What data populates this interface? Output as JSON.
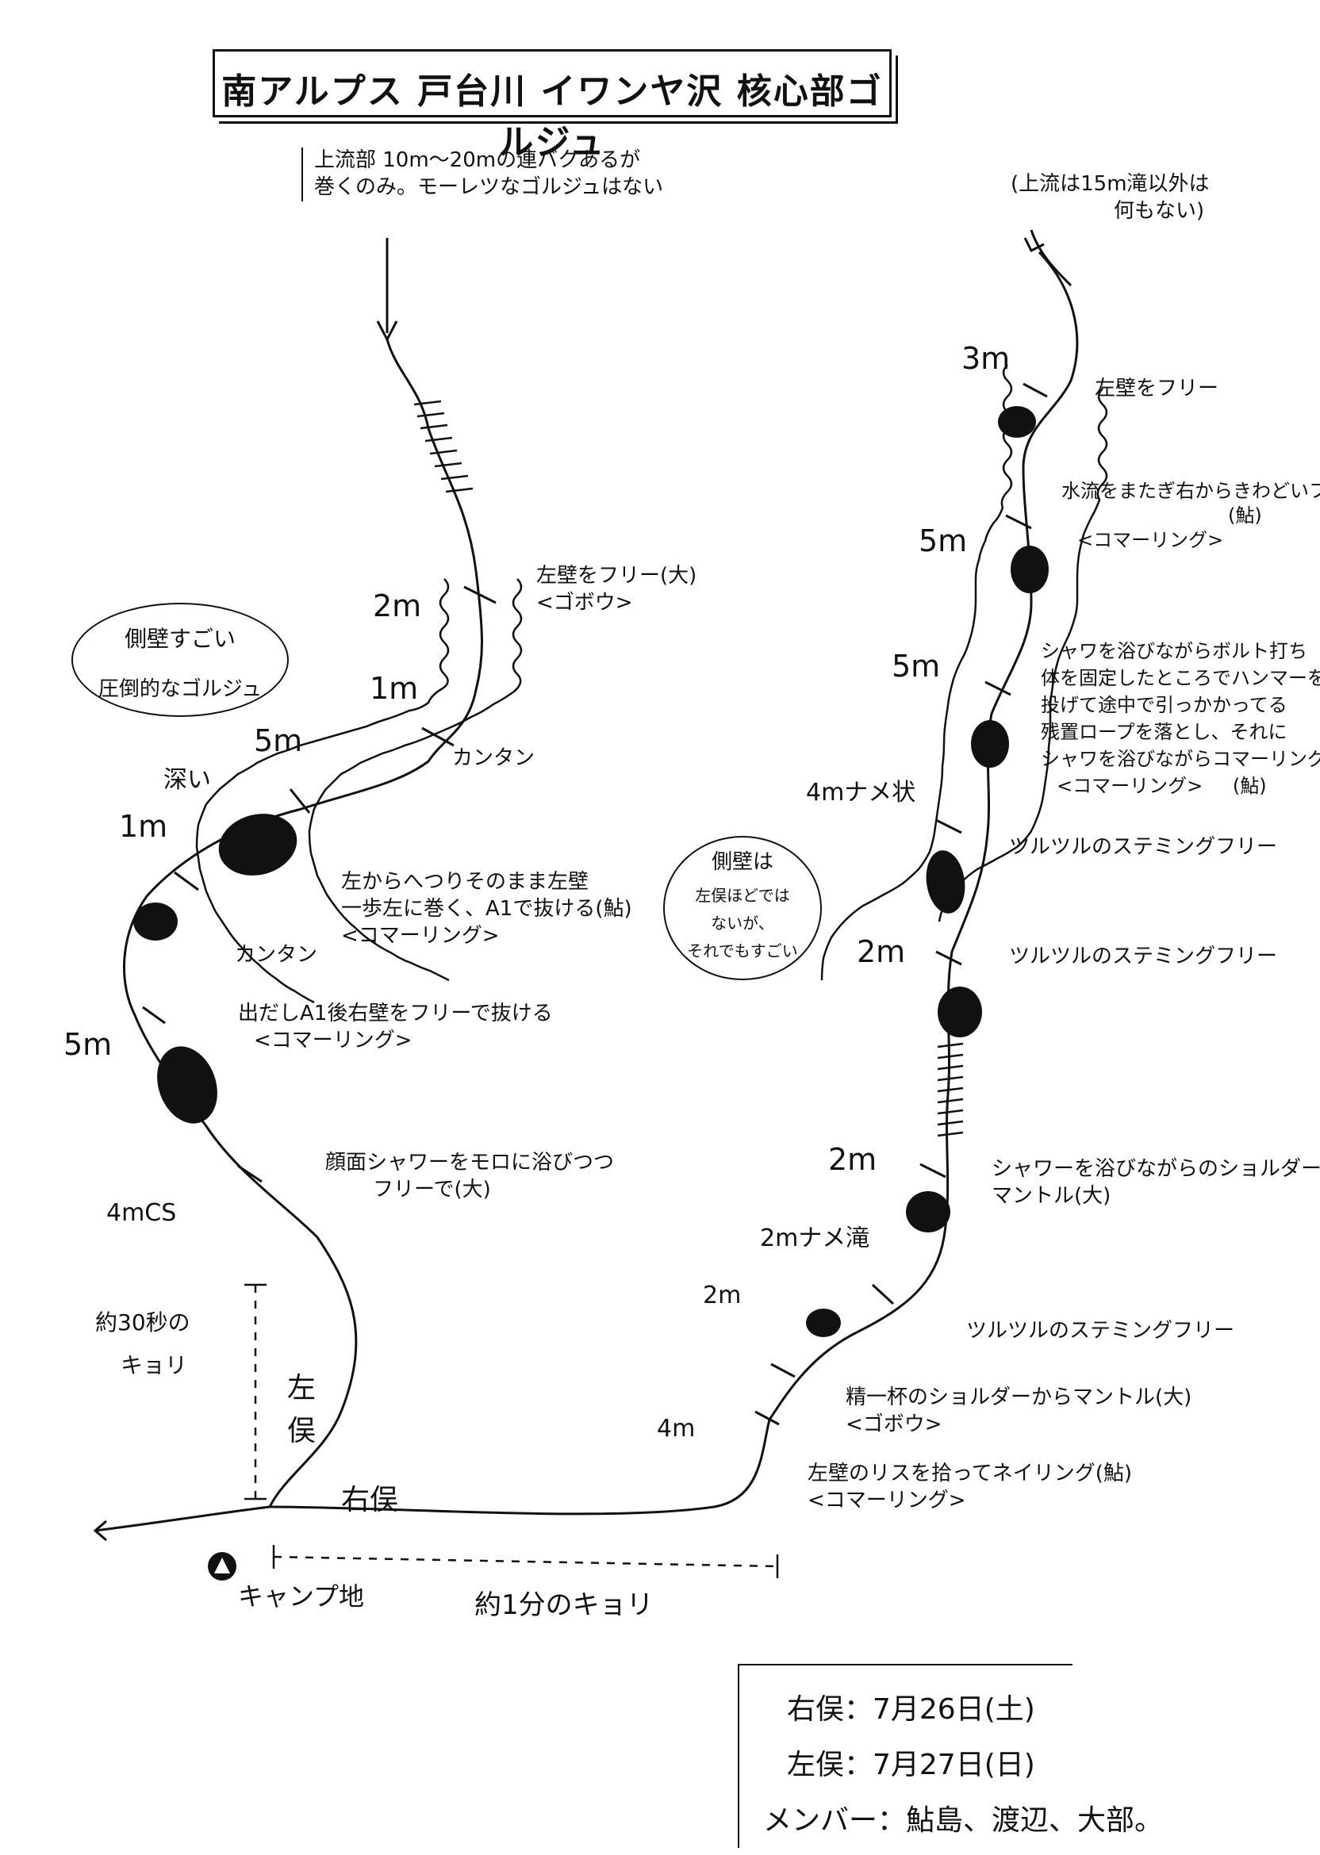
{
  "title": "南アルプス 戸台川 イワンヤ沢 核心部ゴルジュ",
  "left": {
    "top_note": [
      "上流部 10m～20mの連バクあるが",
      "巻くのみ。モーレツなゴルジュはない"
    ],
    "bubble": [
      "側壁すごい",
      "圧倒的なゴルジュ"
    ],
    "heights": {
      "h2m": "2m",
      "h1m_upper": "1m",
      "h5m_upper": "5m",
      "deep": "深い",
      "h1m_lower": "1m",
      "h5m_lower": "5m",
      "h4mcs": "4mCS"
    },
    "notes": {
      "n1": [
        "左壁をフリー(大)",
        "<ゴボウ>"
      ],
      "n2": "カンタン",
      "n3": [
        "左からへつりそのまま左壁",
        "一歩左に巻く、A1で抜ける(鮎)",
        "<コマーリング>"
      ],
      "n4": "カンタン",
      "n5": [
        "出だしA1後右壁をフリーで抜ける",
        "<コマーリング>"
      ],
      "n6": [
        "顔面シャワーをモロに浴びつつ",
        "フリーで(大)"
      ]
    },
    "distance": [
      "約30秒の",
      "キョリ"
    ],
    "fork_left": [
      "左",
      "俣"
    ],
    "fork_right": "右俣",
    "camp": "キャンプ地",
    "camp_icon": "tent-icon",
    "distance_bottom": "約1分のキョリ"
  },
  "right": {
    "top_note": [
      "(上流は15m滝以外は",
      "何もない)"
    ],
    "bubble": [
      "側壁は",
      "左俣ほどでは",
      "ないが、",
      "それでもすごい"
    ],
    "heights": {
      "h3m": "3m",
      "h5m_a": "5m",
      "h5m_b": "5m",
      "h4m_name": "4mナメ状",
      "h2m_a": "2m",
      "h2m_b": "2m",
      "h2m_name": "2mナメ滝",
      "h2m_c": "2m",
      "h4m": "4m"
    },
    "notes": {
      "r1": "左壁をフリー",
      "r2": [
        "水流をまたぎ右からきわどいフリー",
        "(鮎)",
        "<コマーリング>"
      ],
      "r3": [
        "シャワを浴びながらボルト打ち",
        "体を固定したところでハンマーを",
        "投げて途中で引っかかってる",
        "残置ロープを落とし、それに",
        "シャワを浴びながらコマーリング",
        "<コマーリング>",
        "(鮎)"
      ],
      "r4": "ツルツルのステミングフリー",
      "r5": "ツルツルのステミングフリー",
      "r6": [
        "シャワーを浴びながらのショルダーから",
        "マントル(大)"
      ],
      "r7": "ツルツルのステミングフリー",
      "r8": [
        "精一杯のショルダーからマントル(大)",
        "<ゴボウ>"
      ],
      "r9": [
        "左壁のリスを拾ってネイリング(鮎)",
        "<コマーリング>"
      ]
    }
  },
  "legend": {
    "right_fork": "右俣：7月26日(土)",
    "left_fork": "左俣：7月27日(日)",
    "members": "メンバー：鮎島、渡辺、大部。"
  }
}
